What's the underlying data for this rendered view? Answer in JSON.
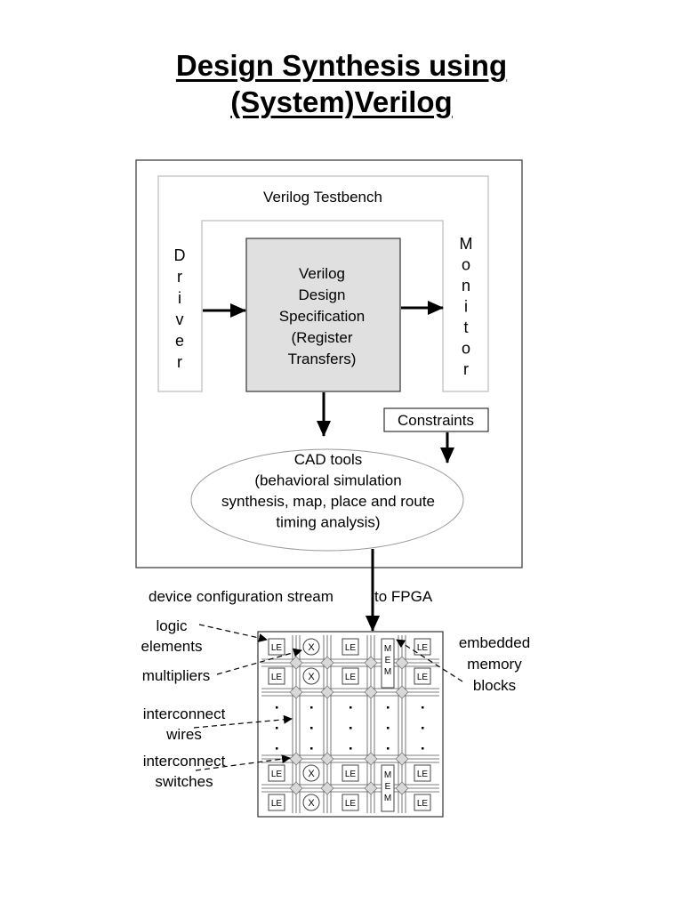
{
  "title": {
    "line1": "Design Synthesis using",
    "line2": "(System)Verilog"
  },
  "testbench": {
    "label": "Verilog Testbench",
    "driver_letters": [
      "D",
      "r",
      "i",
      "v",
      "e",
      "r"
    ],
    "monitor_letters": [
      "M",
      "o",
      "n",
      "i",
      "t",
      "o",
      "r"
    ]
  },
  "design_spec": {
    "lines": [
      "Verilog",
      "Design",
      "Specification",
      "(Register",
      "Transfers)"
    ]
  },
  "constraints": {
    "label": "Constraints"
  },
  "cad_tools": {
    "lines": [
      "CAD tools",
      "(behavioral simulation",
      "synthesis, map, place and route",
      "timing analysis)"
    ]
  },
  "config_stream": {
    "left": "device configuration stream",
    "right": "to FPGA"
  },
  "fpga": {
    "le_label": "LE",
    "mult_label": "X",
    "mem_letters": [
      "M",
      "E",
      "M"
    ],
    "callouts": {
      "logic_elements": [
        "logic",
        "elements"
      ],
      "multipliers": [
        "multipliers"
      ],
      "interconnect_wires": [
        "interconnect",
        "wires"
      ],
      "interconnect_switches": [
        "interconnect",
        "switches"
      ],
      "embedded_memory": [
        "embedded",
        "memory",
        "blocks"
      ]
    }
  },
  "colors": {
    "spec_fill": "#e0e0e0",
    "switch_fill": "#d8d8d8",
    "testbench_border": "#c8c8c8",
    "ellipse_border": "#999999"
  }
}
